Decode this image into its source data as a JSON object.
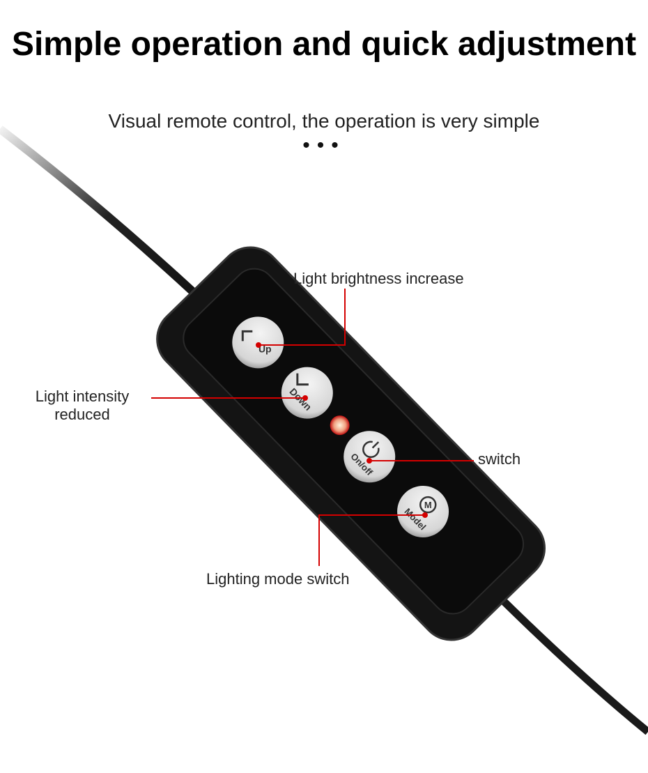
{
  "header": {
    "title": "Simple operation and quick adjustment",
    "subtitle": "Visual remote control, the operation is very simple",
    "dots": "•••"
  },
  "controller": {
    "buttons": [
      {
        "label": "Up",
        "icon": "chevron-up-icon"
      },
      {
        "label": "Down",
        "icon": "chevron-down-icon"
      },
      {
        "label": "On/off",
        "icon": "power-icon"
      },
      {
        "label": "Model",
        "icon": "mode-m-icon"
      }
    ],
    "mode_icon_letter": "M"
  },
  "callouts": {
    "up": "Light brightness increase",
    "down_line1": "Light intensity",
    "down_line2": "reduced",
    "onoff": "switch",
    "model": "Lighting mode switch"
  },
  "colors": {
    "callout_line": "#d40000",
    "body": "#111111",
    "button": "#e2e2e2"
  }
}
